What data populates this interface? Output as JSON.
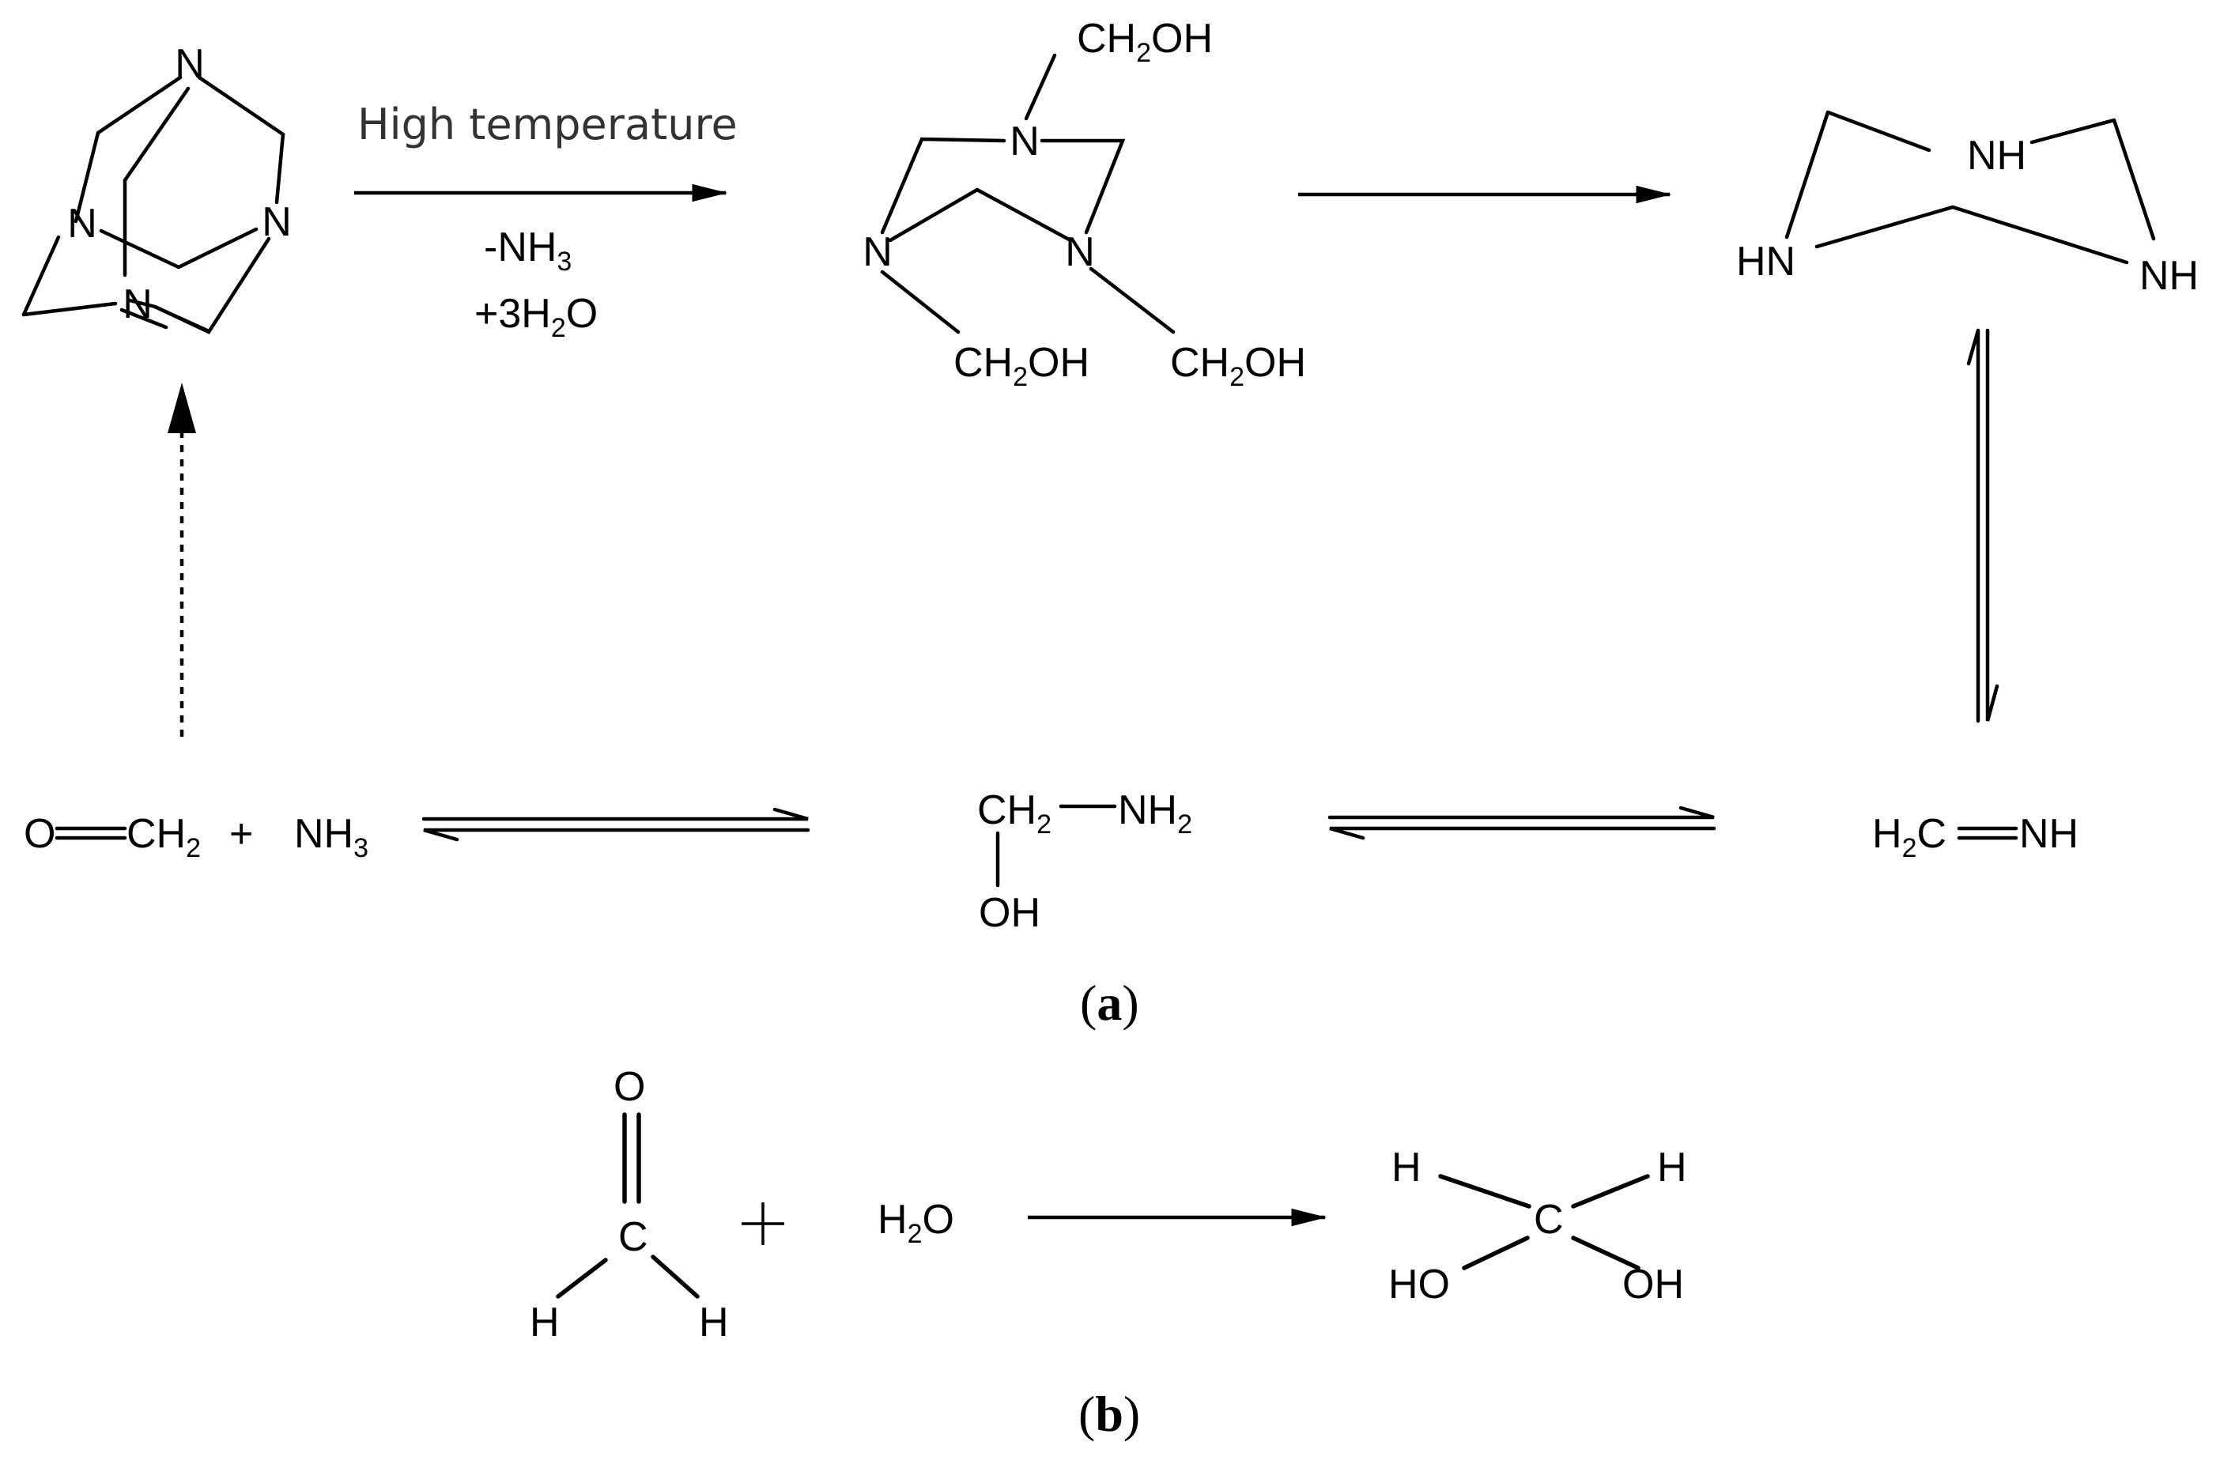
{
  "conditions": {
    "line1": "High temperature",
    "line2_a": "-NH",
    "line2_b": "3",
    "line3_a": "+3H",
    "line3_b": "2",
    "line3_c": "O"
  },
  "hexamine": {
    "atom": "N"
  },
  "triol": {
    "n": "N",
    "ch2oh_a": "CH",
    "ch2oh_b": "2",
    "ch2oh_c": "OH"
  },
  "triazinane": {
    "nh": "NH",
    "hn": "HN"
  },
  "formaldehyde": {
    "a": "O",
    "b": "CH",
    "c": "2"
  },
  "plus": "+",
  "ammonia": {
    "a": "NH",
    "b": "3"
  },
  "aminomethanol": {
    "a": "CH",
    "b": "2",
    "c": "NH",
    "d": "2",
    "e": "OH"
  },
  "methanimine": {
    "a": "H",
    "b": "2",
    "c": "C",
    "d": "NH"
  },
  "panel_a": {
    "open": "(",
    "letter": "a",
    "close": ")"
  },
  "panel_b": {
    "open": "(",
    "letter": "b",
    "close": ")"
  },
  "formaldehyde_b": {
    "o": "O",
    "c": "C",
    "h": "H"
  },
  "water": {
    "a": "H",
    "b": "2",
    "c": "O"
  },
  "methanediol": {
    "h": "H",
    "c": "C",
    "ho": "HO",
    "oh": "OH"
  }
}
